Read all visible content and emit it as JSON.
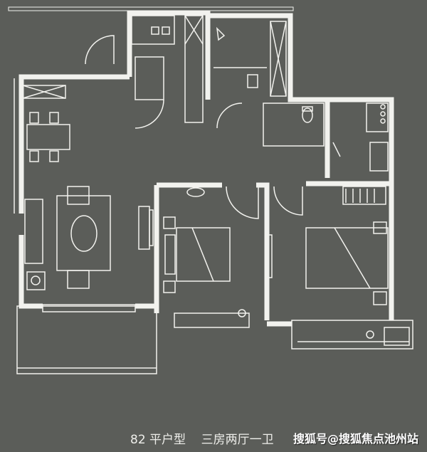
{
  "caption": {
    "unit_type": "82 平户型",
    "layout": "三房两厅一卫"
  },
  "watermark": "搜狐号@搜狐焦点池州站",
  "colors": {
    "background": "#5b5d59",
    "lines": "#f2f2ee"
  }
}
